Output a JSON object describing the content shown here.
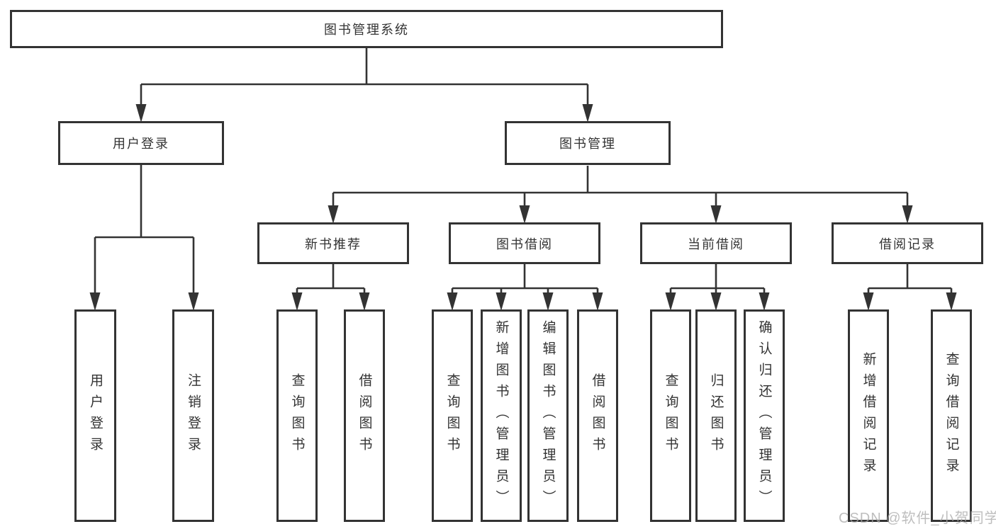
{
  "colors": {
    "line": "#333333",
    "box_border": "#333333",
    "text": "#333333",
    "watermark": "#a9a9a9",
    "background": "#ffffff"
  },
  "tree": {
    "label": "图书管理系统",
    "children": [
      {
        "label": "用户登录",
        "children": [
          {
            "label": "用户登录"
          },
          {
            "label": "注销登录"
          }
        ]
      },
      {
        "label": "图书管理",
        "children": [
          {
            "label": "新书推荐",
            "children": [
              {
                "label": "查询图书"
              },
              {
                "label": "借阅图书"
              }
            ]
          },
          {
            "label": "图书借阅",
            "children": [
              {
                "label": "查询图书"
              },
              {
                "label": "新增图书（管理员）"
              },
              {
                "label": "编辑图书（管理员）"
              },
              {
                "label": "借阅图书"
              }
            ]
          },
          {
            "label": "当前借阅",
            "children": [
              {
                "label": "查询图书"
              },
              {
                "label": "归还图书"
              },
              {
                "label": "确认归还（管理员）"
              }
            ]
          },
          {
            "label": "借阅记录",
            "children": [
              {
                "label": "新增借阅记录"
              },
              {
                "label": "查询借阅记录"
              }
            ]
          }
        ]
      }
    ]
  },
  "watermark": {
    "text": "CSDN @软件_小贺同学"
  }
}
